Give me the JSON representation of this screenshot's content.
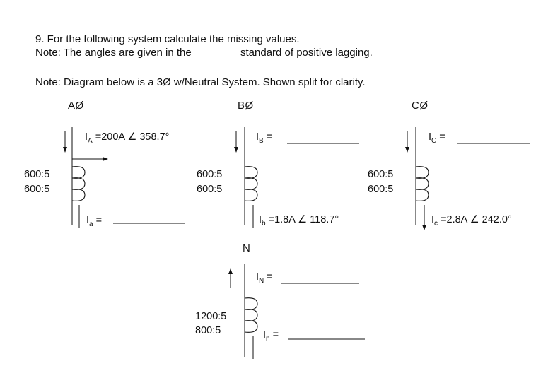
{
  "question": {
    "line1": "9. For the following system calculate the missing values.",
    "line2_a": "Note: The angles are given in the",
    "line2_b": "standard of positive lagging.",
    "line3": "Note: Diagram below is a 3Ø w/Neutral System. Shown split for clarity."
  },
  "phases": {
    "a": {
      "header": "AØ",
      "primary_sym": "I",
      "primary_sub": "A",
      "primary_val": "=200A",
      "primary_angle": "358.7°",
      "ratio1": "600:5",
      "ratio2": "600:5",
      "secondary_sym": "I",
      "secondary_sub": "a",
      "secondary_eq": "="
    },
    "b": {
      "header": "BØ",
      "primary_sym": "I",
      "primary_sub": "B",
      "primary_eq": "=",
      "ratio1": "600:5",
      "ratio2": "600:5",
      "secondary_sym": "I",
      "secondary_sub": "b",
      "secondary_val": "=1.8A",
      "secondary_angle": "118.7°"
    },
    "c": {
      "header": "CØ",
      "primary_sym": "I",
      "primary_sub": "C",
      "primary_eq": "=",
      "ratio1": "600:5",
      "ratio2": "600:5",
      "secondary_sym": "I",
      "secondary_sub": "c",
      "secondary_val": "=2.8A",
      "secondary_angle": "242.0°"
    },
    "n": {
      "header": "N",
      "primary_sym": "I",
      "primary_sub": "N",
      "primary_eq": "=",
      "ratio1": "1200:5",
      "ratio2": "800:5",
      "secondary_sym": "I",
      "secondary_sub": "n",
      "secondary_eq": "="
    }
  },
  "symbols": {
    "angle": "∠"
  }
}
